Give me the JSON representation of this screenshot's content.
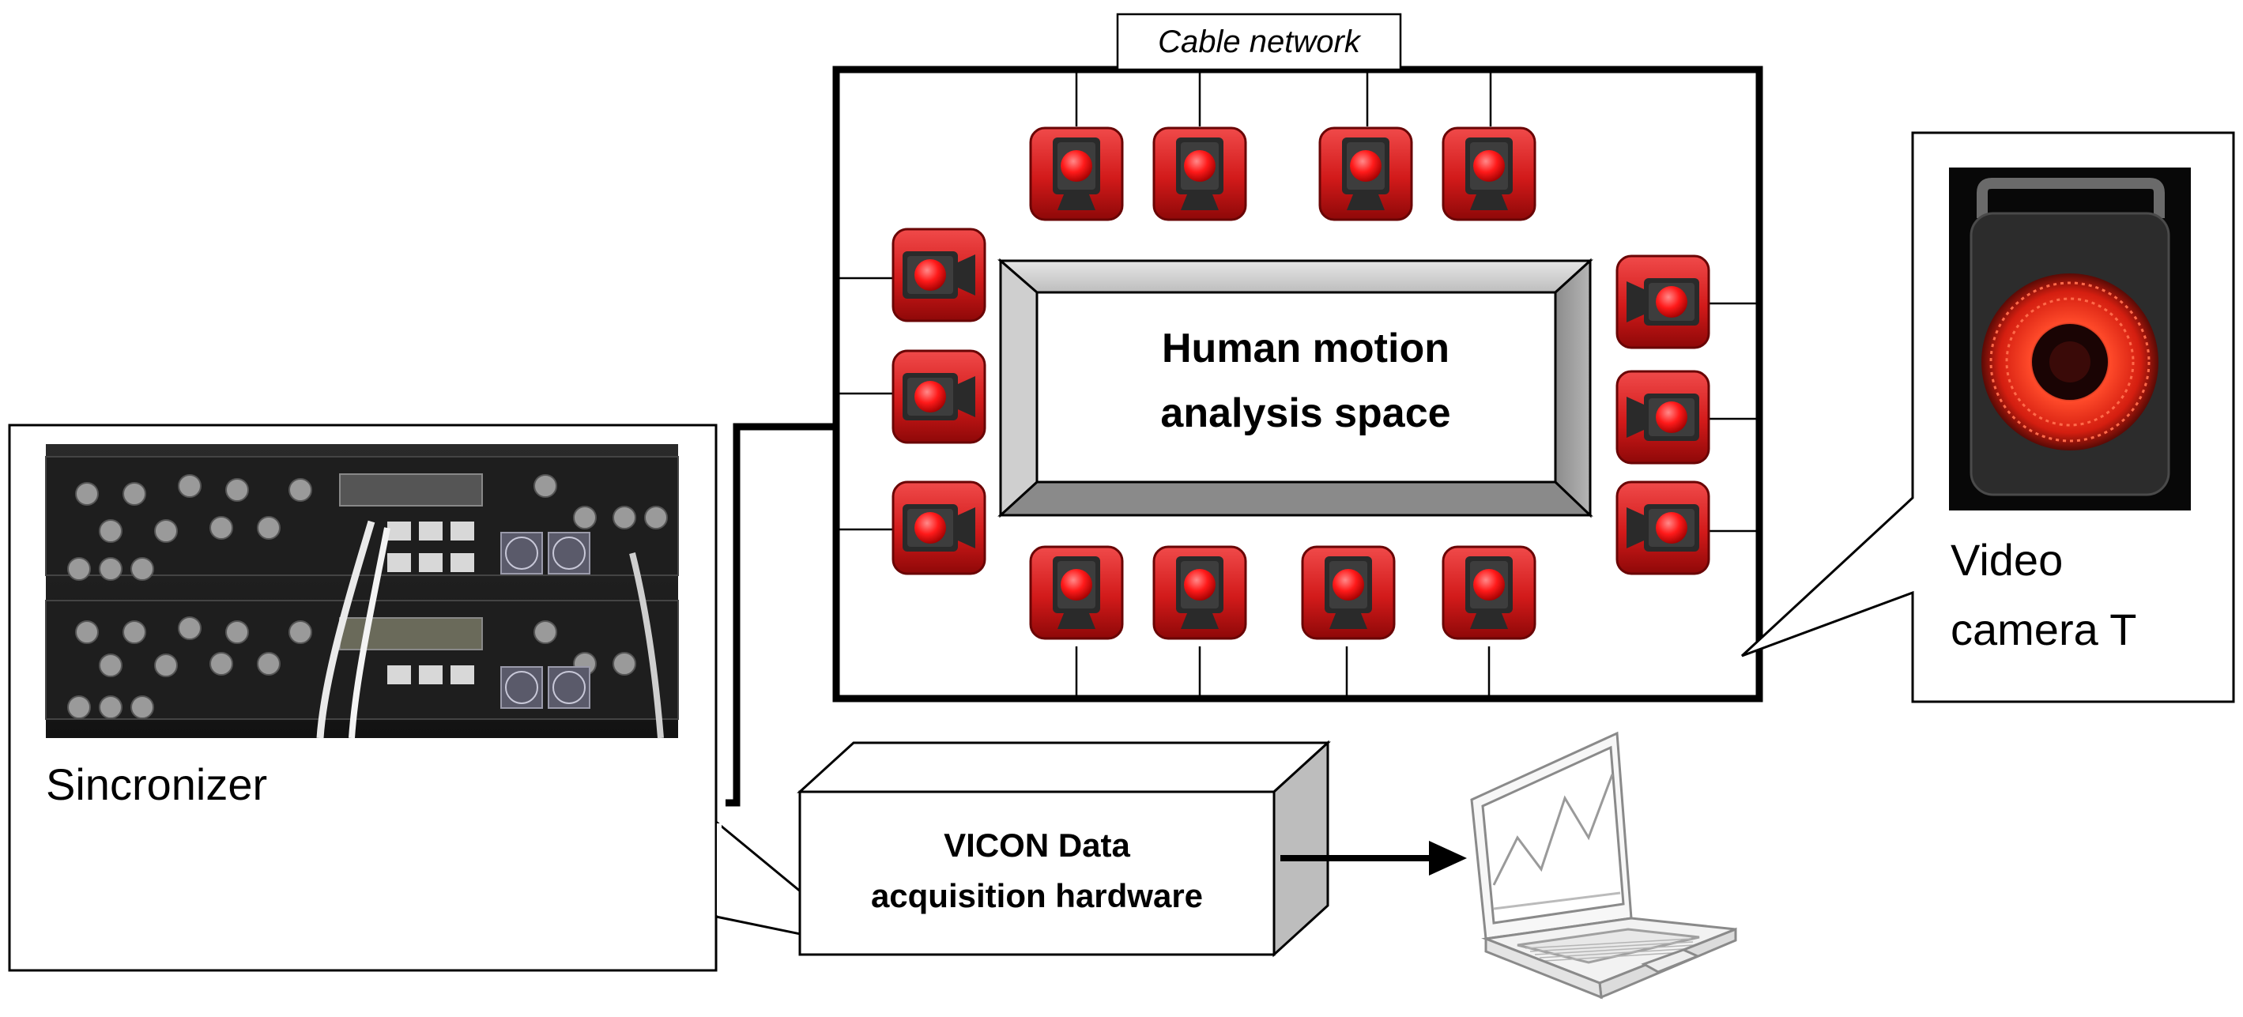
{
  "labels": {
    "cable_network": "Cable network",
    "space_line1": "Human motion",
    "space_line2": "analysis space",
    "camera_line1": "Video",
    "camera_line2": "camera T",
    "synchronizer": "Sincronizer",
    "hardware_line1": "VICON Data",
    "hardware_line2": "acquisition hardware"
  },
  "colors": {
    "camera_red": "#d21a1a",
    "camera_dark_red": "#7a0606",
    "device_black": "#1b1b1b",
    "cable_ring_red": "#e8321f",
    "outline": "#000000"
  },
  "cameras": {
    "top_count": 4,
    "bottom_count": 4,
    "left_count": 3,
    "right_count": 3,
    "icon": "motion-capture-camera-icon"
  },
  "devices": {
    "synchronizer_photo": "synchronizer-rack-photo",
    "camera_photo": "vicon-camera-photo",
    "laptop": "laptop-icon"
  }
}
